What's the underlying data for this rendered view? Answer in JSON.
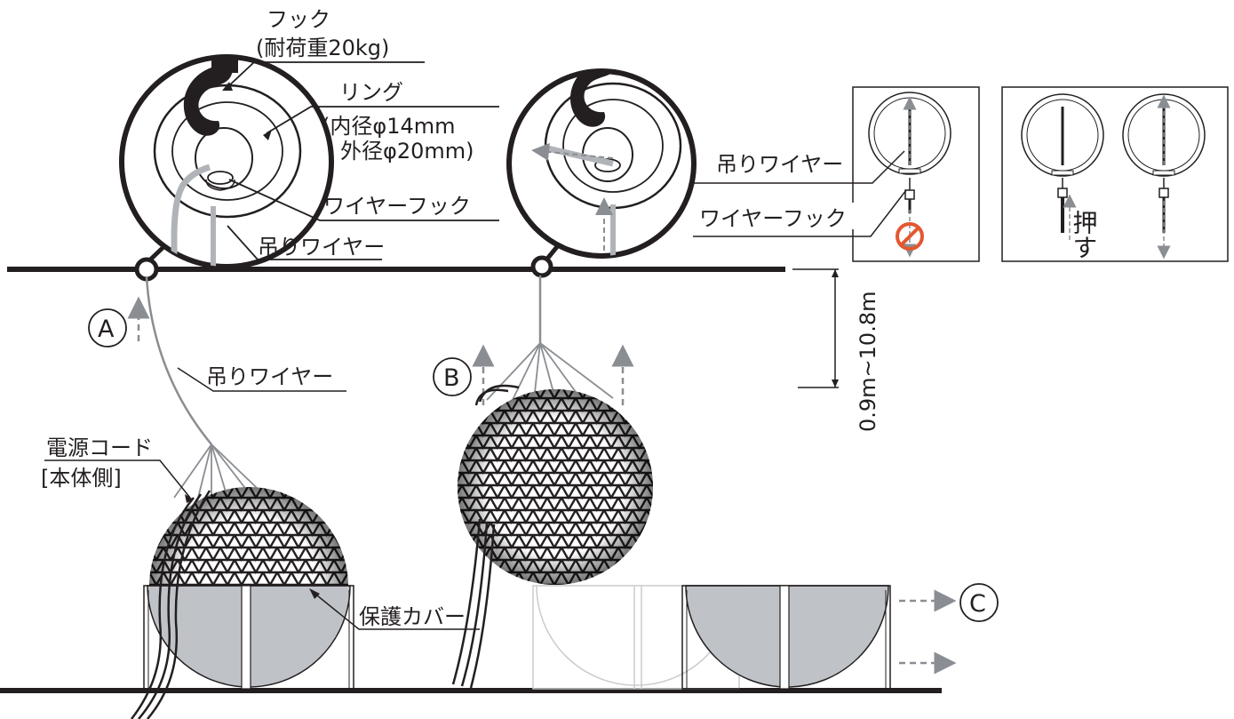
{
  "labels": {
    "hook": "フック",
    "hook_load": "(耐荷重20kg)",
    "ring": "リング",
    "ring_inner": "(内径φ14mm",
    "ring_outer": "外径φ20mm)",
    "wire_hook": "ワイヤーフック",
    "hanging_wire": "吊りワイヤー",
    "hanging_wire_a": "吊りワイヤー",
    "power_cord": "電源コード",
    "power_cord_side": "[本体側]",
    "protective_cover": "保護カバー",
    "height_range": "0.9m~10.8m",
    "inset_wire": "吊りワイヤー",
    "inset_wire_hook": "ワイヤーフック",
    "push": "押す"
  },
  "steps": {
    "a": "A",
    "b": "B",
    "c": "C"
  },
  "colors": {
    "ink": "#231f20",
    "wire_gray": "#9a9ea2",
    "arrow_gray": "#8a8e92",
    "cover_fill": "#bfc3c8",
    "prohibit_red": "#e4572e"
  },
  "icons": {
    "prohibit": "no-entry-circle-icon",
    "hook": "hook-icon"
  }
}
